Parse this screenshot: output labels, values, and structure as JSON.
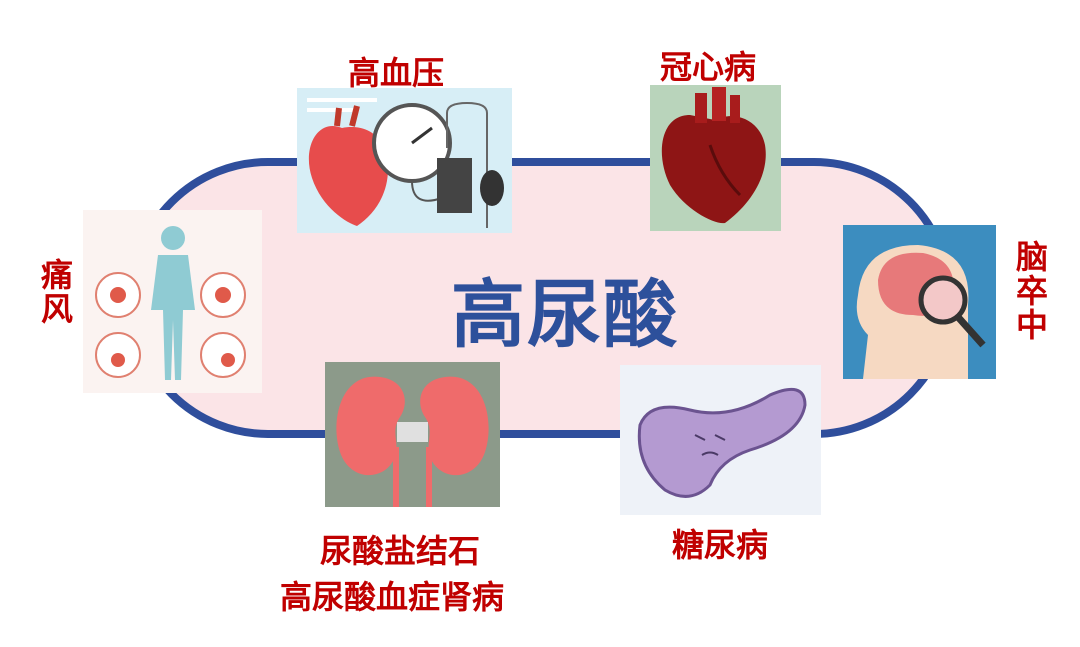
{
  "center": {
    "title": "高尿酸"
  },
  "conditions": {
    "hypertension": "高血压",
    "coronary": "冠心病",
    "gout": "痛风",
    "stroke": "脑卒中",
    "kidney_line1": "尿酸盐结石",
    "kidney_line2": "高尿酸血症肾病",
    "diabetes": "糖尿病"
  },
  "colors": {
    "border": "#2f4e9c",
    "fill": "#fbe4e7",
    "title": "#2d509b",
    "label": "#c00000"
  }
}
